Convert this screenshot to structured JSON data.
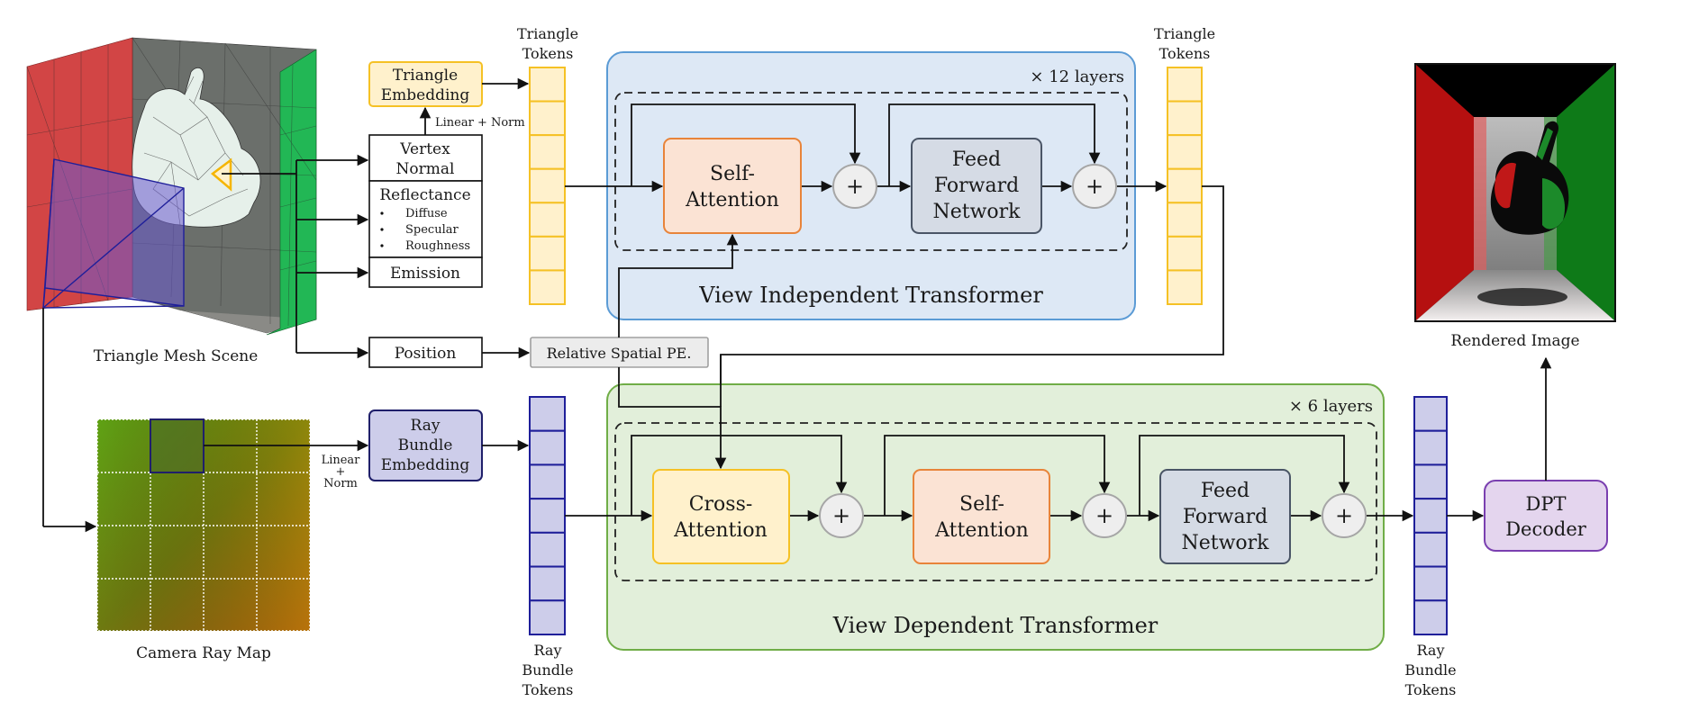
{
  "scene": {
    "mesh_label": "Triangle Mesh Scene",
    "ray_map_label": "Camera Ray Map",
    "rendered_label": "Rendered Image"
  },
  "attributes": {
    "vertex_normal": [
      "Vertex",
      "Normal"
    ],
    "reflectance": "Reflectance",
    "reflectance_items": [
      "Diffuse",
      "Specular",
      "Roughness"
    ],
    "emission": "Emission",
    "position": "Position"
  },
  "embeddings": {
    "triangle": [
      "Triangle",
      "Embedding"
    ],
    "linear_norm_top": "Linear + Norm",
    "ray_bundle": [
      "Ray",
      "Bundle",
      "Embedding"
    ],
    "linear_norm_bottom": [
      "Linear",
      "+",
      "Norm"
    ],
    "relative_pe": "Relative Spatial PE."
  },
  "tokens": {
    "triangle_tokens": [
      "Triangle",
      "Tokens"
    ],
    "ray_bundle_tokens": [
      "Ray",
      "Bundle",
      "Tokens"
    ],
    "cells": 7
  },
  "view_independent": {
    "title": "View Independent Transformer",
    "layers": "× 12 layers",
    "self_attention": [
      "Self-",
      "Attention"
    ],
    "ffn": [
      "Feed",
      "Forward",
      "Network"
    ],
    "plus": "+"
  },
  "view_dependent": {
    "title": "View Dependent Transformer",
    "layers": "× 6 layers",
    "cross_attention": [
      "Cross-",
      "Attention"
    ],
    "self_attention": [
      "Self-",
      "Attention"
    ],
    "ffn": [
      "Feed",
      "Forward",
      "Network"
    ],
    "plus": "+"
  },
  "decoder": [
    "DPT",
    "Decoder"
  ],
  "colors": {
    "yellow_fill": "#fff1cc",
    "yellow_stroke": "#f5c125",
    "orange_fill": "#fbe3d4",
    "orange_stroke": "#e8843a",
    "ffn_fill": "#d5dbe5",
    "ffn_stroke": "#4a5566",
    "blue_panel_fill": "#dde8f5",
    "blue_panel_stroke": "#5b9bd5",
    "green_panel_fill": "#e2efda",
    "green_panel_stroke": "#70ad47",
    "ray_fill": "#cdcdea",
    "ray_stroke": "#1f1f9a",
    "dpt_fill": "#e4d5ee",
    "dpt_stroke": "#7a3fb0",
    "plus_fill": "#eeeeee",
    "plus_stroke": "#a6a6a6",
    "pe_fill": "#ececec",
    "pe_stroke": "#a0a0a0"
  }
}
